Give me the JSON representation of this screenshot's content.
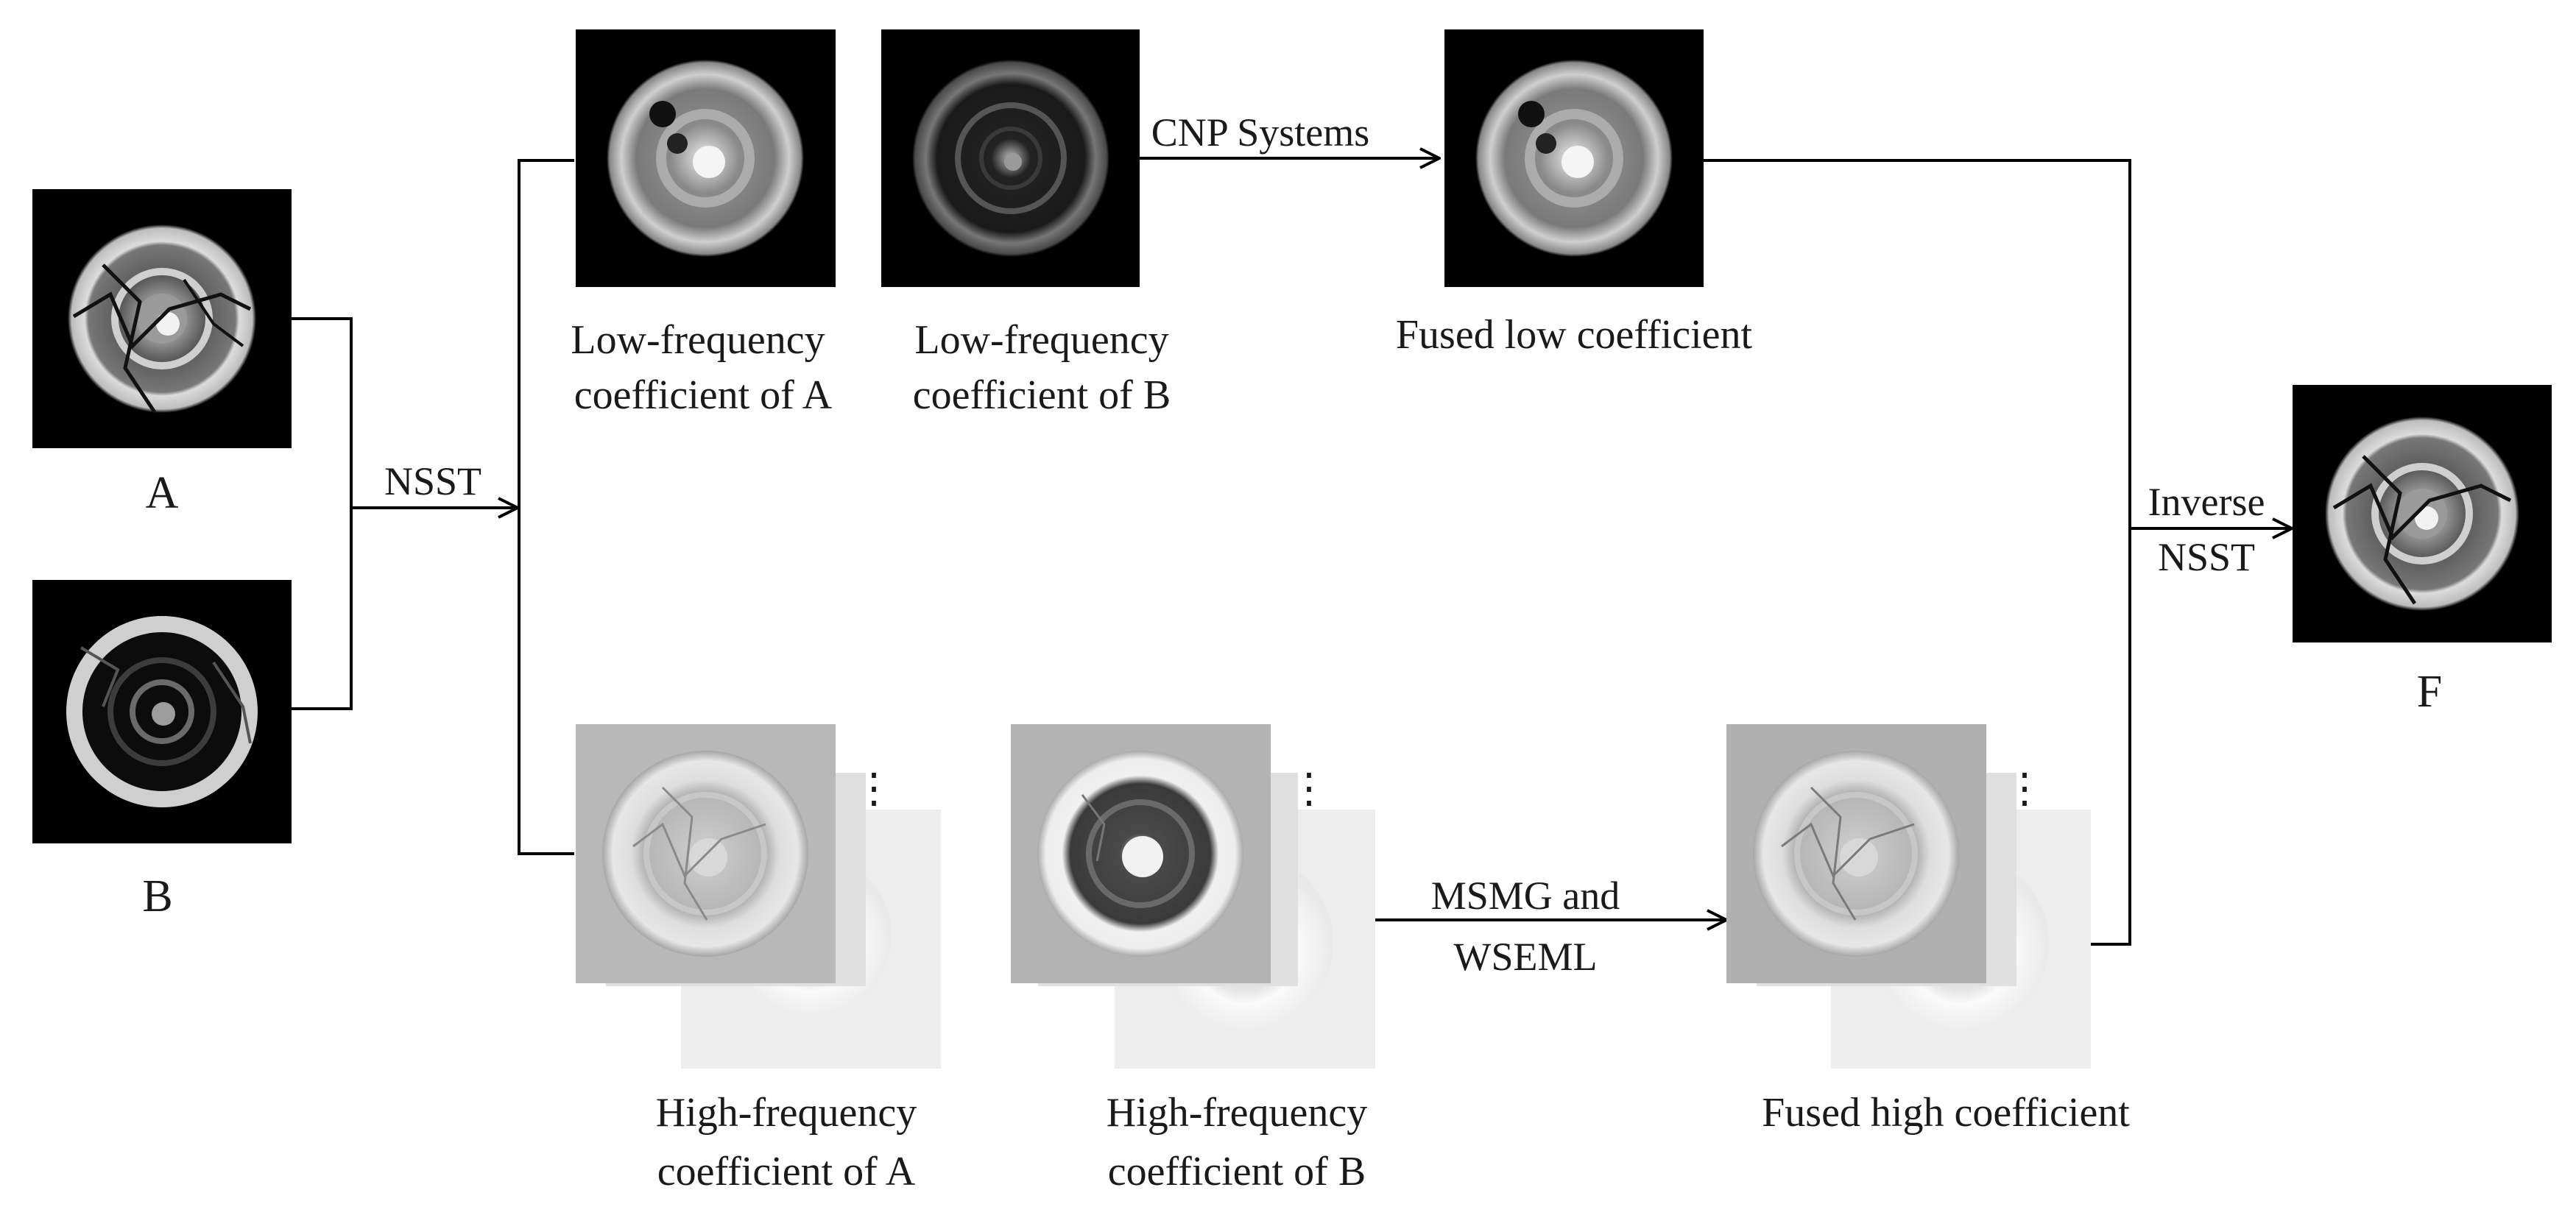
{
  "diagram": {
    "inputs": {
      "a_label": "A",
      "b_label": "B"
    },
    "decomposition": {
      "label": "NSST"
    },
    "low_branch": {
      "coef_a_line1": "Low-frequency",
      "coef_a_line2": "coefficient of A",
      "coef_b_line1": "Low-frequency",
      "coef_b_line2": "coefficient of B",
      "fusion_rule": "CNP Systems",
      "fused": "Fused low coefficient"
    },
    "high_branch": {
      "coef_a_line1": "High-frequency",
      "coef_a_line2": "coefficient of A",
      "coef_b_line1": "High-frequency",
      "coef_b_line2": "coefficient of B",
      "fusion_rule_line1": "MSMG and",
      "fusion_rule_line2": "WSEML",
      "fused": "Fused high coefficient",
      "stack_ellipsis": "⋮"
    },
    "reconstruction": {
      "label_line1": "Inverse",
      "label_line2": "NSST"
    },
    "output": {
      "label": "F"
    }
  }
}
